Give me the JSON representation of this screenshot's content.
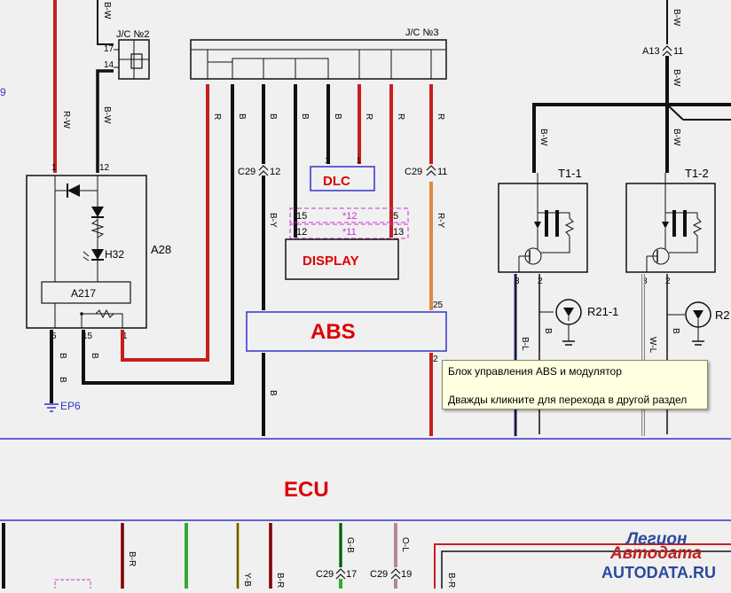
{
  "connectors": {
    "jc2": "J/C №2",
    "jc3": "J/C №3",
    "jc2_pins": [
      "17",
      "14"
    ],
    "c29": "C29",
    "c29_pins_left": "12",
    "c29_pins_right": "11",
    "c29_bottom": [
      "17",
      "19"
    ],
    "a13": "A13",
    "a13_pin": "11"
  },
  "components": {
    "a28": "A28",
    "a217": "A217",
    "h32": "H32",
    "ep6": "EP6",
    "dlc": "DLC",
    "display": "DISPLAY",
    "abs": "ABS",
    "ecu": "ECU",
    "t1_1": "T1-1",
    "t1_2": "T1-2",
    "r21_1": "R21-1",
    "r2": "R2"
  },
  "wire_labels": {
    "rw": "R-W",
    "bw": "B-W",
    "r": "R",
    "b": "B",
    "by": "B-Y",
    "ry": "R-Y",
    "bl": "B-L",
    "wl": "W-L",
    "br": "B-R",
    "gb": "G-B",
    "ol": "O-L",
    "yb": "Y-B"
  },
  "pins": {
    "a28_top": [
      "1",
      "12"
    ],
    "a28_bottom": [
      "5",
      "15",
      "1"
    ],
    "display_left": [
      "15",
      "12"
    ],
    "display_right": [
      "5",
      "13"
    ],
    "display_mid": [
      "*12",
      "*11"
    ],
    "abs_right": "25",
    "abs_bottom_right": "2",
    "t1_pins": [
      "3",
      "2"
    ],
    "dlc_pins": [
      "1",
      "1"
    ],
    "misc_nine": "9"
  },
  "tooltip": {
    "line1": "Блок управления ABS и модулятор",
    "line2": "Дважды кликните для перехода в другой раздел"
  },
  "logo": {
    "line1": "Легион",
    "line2": "Автодата",
    "line3": "AUTODATA.RU"
  },
  "colors": {
    "red_wire": "#c81e1e",
    "black_wire": "#111111",
    "blue_line": "#3333cc",
    "component_red_text": "#dd0000",
    "magenta": "#cc33cc",
    "orange_wire": "#e08a3a",
    "green_wire": "#33aa33",
    "yellow_wire": "#d8c85a"
  }
}
